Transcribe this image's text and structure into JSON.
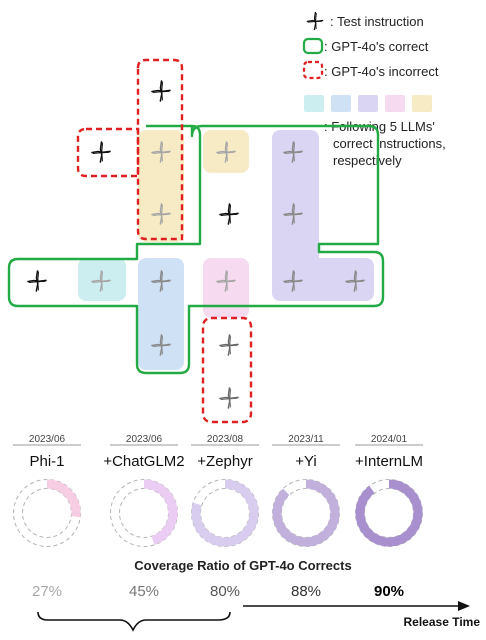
{
  "legend": {
    "test_instruction": ": Test instruction",
    "gpt_correct": ": GPT-4o's correct",
    "gpt_incorrect": ": GPT-4o's incorrect",
    "following_line1": ": Following 5 LLMs'",
    "following_line2": "correct instructions,",
    "following_line3": "respectively",
    "swatch_colors": [
      "#cdeef0",
      "#cfe1f5",
      "#d9d5f3",
      "#f5daf0",
      "#f6ebc5"
    ]
  },
  "colors": {
    "correct_border": "#22aa44",
    "incorrect_border": "#e02020",
    "ring_base_fill": "#ffffff",
    "ring_base_stroke": "#b4b4b4"
  },
  "models": [
    {
      "date": "2023/06",
      "name": "Phi-1",
      "pct_label": "27%",
      "coverage": 0.27,
      "color": "#f7cde4",
      "pct_color": "#a8a8a8",
      "pct_bold": false
    },
    {
      "date": "2023/06",
      "name": "+ChatGLM2",
      "pct_label": "45%",
      "coverage": 0.45,
      "color": "#ebcdf3",
      "pct_color": "#777777",
      "pct_bold": false
    },
    {
      "date": "2023/08",
      "name": "+Zephyr",
      "pct_label": "80%",
      "coverage": 0.8,
      "color": "#d8ccef",
      "pct_color": "#555555",
      "pct_bold": false
    },
    {
      "date": "2023/11",
      "name": "+Yi",
      "pct_label": "88%",
      "coverage": 0.88,
      "color": "#c1b0dc",
      "pct_color": "#333333",
      "pct_bold": false
    },
    {
      "date": "2024/01",
      "name": "+InternLM",
      "pct_label": "90%",
      "coverage": 0.9,
      "color": "#a890cf",
      "pct_color": "#000000",
      "pct_bold": true
    }
  ],
  "coverage_caption": "Coverage Ratio of GPT-4o Corrects",
  "release_time": "Release Time"
}
